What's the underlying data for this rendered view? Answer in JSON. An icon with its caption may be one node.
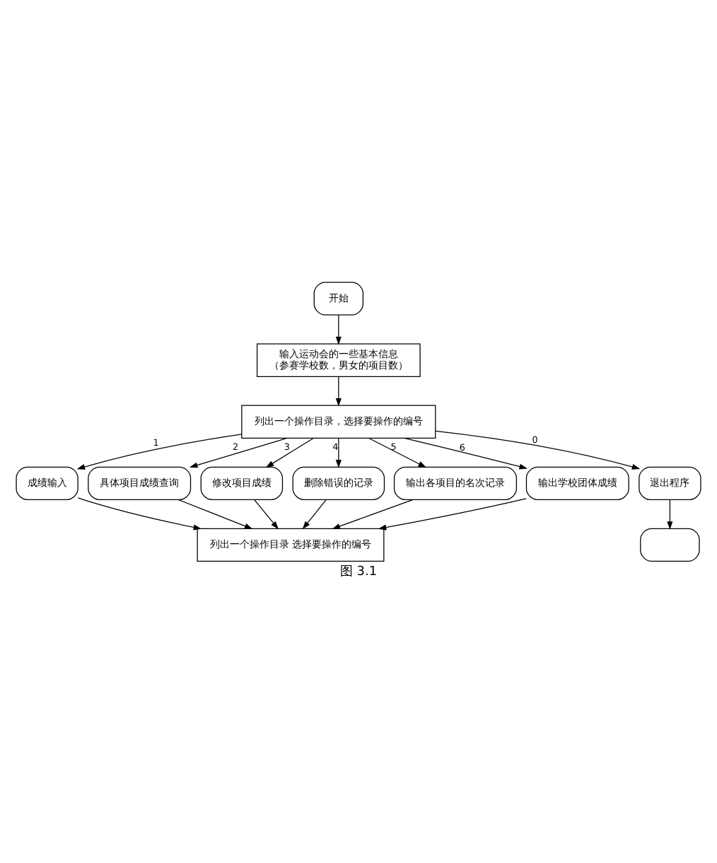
{
  "diagram": {
    "caption": "图 3.1",
    "nodes": [
      {
        "text": [
          "开始"
        ]
      },
      {
        "text": [
          "输入运动会的一些基本信息",
          "（参赛学校数，男女的项目数）"
        ]
      },
      {
        "text": [
          "列出一个操作目录，选择要操作的编号"
        ]
      },
      {
        "text": [
          "成绩输入"
        ]
      },
      {
        "text": [
          "具体项目成绩查询"
        ]
      },
      {
        "text": [
          "修改项目成绩"
        ]
      },
      {
        "text": [
          "删除错误的记录"
        ]
      },
      {
        "text": [
          "输出各项目的名次记录"
        ]
      },
      {
        "text": [
          "输出学校团体成绩"
        ]
      },
      {
        "text": [
          "退出程序"
        ]
      },
      {
        "text": [
          "列出一个操作目录 选择要操作的编号"
        ]
      },
      {
        "text": [],
        "shape": "box"
      }
    ],
    "edges": [
      {
        "from": 0,
        "to": 1,
        "arrow": "to"
      },
      {
        "from": 1,
        "to": 2,
        "arrow": "to"
      },
      {
        "from": 2,
        "to": 3,
        "arrow": "to",
        "label": "1"
      },
      {
        "from": 2,
        "to": 4,
        "arrow": "to",
        "label": "2"
      },
      {
        "from": 2,
        "to": 5,
        "arrow": "to",
        "label": "3"
      },
      {
        "from": 2,
        "to": 6,
        "arrow": "to",
        "label": "4"
      },
      {
        "from": 2,
        "to": 7,
        "arrow": "to",
        "label": "5"
      },
      {
        "from": 2,
        "to": 8,
        "arrow": "to",
        "label": "6"
      },
      {
        "from": 2,
        "to": 9,
        "arrow": "to",
        "label": "0"
      },
      {
        "from": 3,
        "to": 10,
        "arrow": "to"
      },
      {
        "from": 4,
        "to": 10,
        "arrow": "to"
      },
      {
        "from": 5,
        "to": 10,
        "arrow": "to"
      },
      {
        "from": 6,
        "to": 10,
        "arrow": "to"
      },
      {
        "from": 7,
        "to": 10,
        "arrow": "to"
      },
      {
        "from": 8,
        "to": 10,
        "arrow": "to"
      },
      {
        "from": 9,
        "to": 11,
        "arrow": "to"
      }
    ]
  }
}
